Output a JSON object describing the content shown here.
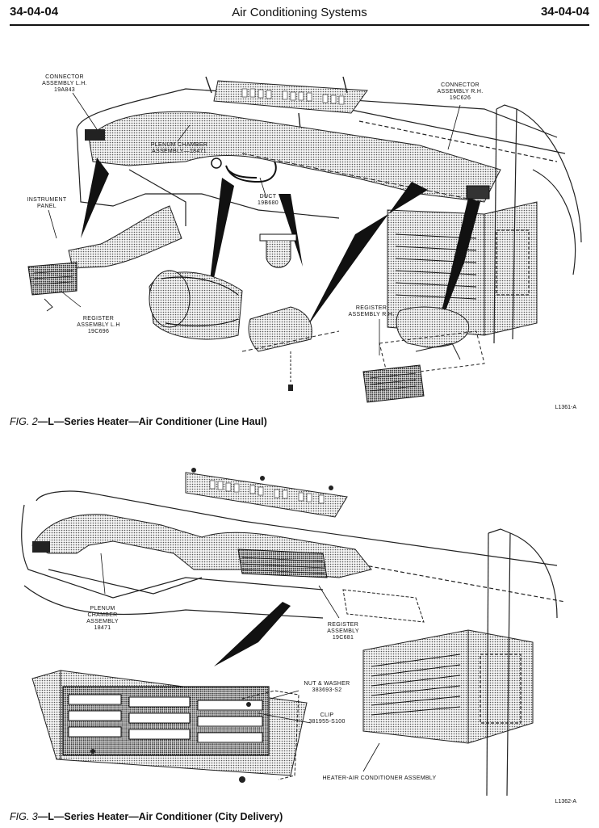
{
  "header": {
    "left_code": "34-04-04",
    "title": "Air Conditioning Systems",
    "right_code": "34-04-04"
  },
  "figures": [
    {
      "number": "FIG. 2",
      "dash": "—",
      "text": "L—Series Heater—Air Conditioner (Line Haul)",
      "code": "L1361-A",
      "labels": {
        "connector_lh": [
          "CONNECTOR",
          "ASSEMBLY L.H.",
          "19A843"
        ],
        "plenum": [
          "PLENUM CHAMBER",
          "ASSEMBLY—18471"
        ],
        "connector_rh": [
          "CONNECTOR",
          "ASSEMBLY R.H.",
          "19C626"
        ],
        "instrument_panel": [
          "INSTRUMENT",
          "PANEL"
        ],
        "duct": [
          "DUCT",
          "19B680"
        ],
        "register_lh": [
          "REGISTER",
          "ASSEMBLY L.H",
          "19C696"
        ],
        "register_rh": [
          "REGISTER",
          "ASSEMBLY R.H."
        ]
      }
    },
    {
      "number": "FIG. 3",
      "dash": "—",
      "text": "L—Series Heater—Air Conditioner (City Delivery)",
      "code": "L1362-A",
      "labels": {
        "plenum": [
          "PLENUM",
          "CHAMBER",
          "ASSEMBLY",
          "18471"
        ],
        "register": [
          "REGISTER",
          "ASSEMBLY",
          "19C681"
        ],
        "nut_washer": [
          "NUT & WASHER",
          "383693-S2"
        ],
        "clip": [
          "CLIP",
          "381955-S100"
        ],
        "heater_ac": [
          "HEATER-AIR CONDITIONER ASSEMBLY"
        ]
      }
    }
  ]
}
